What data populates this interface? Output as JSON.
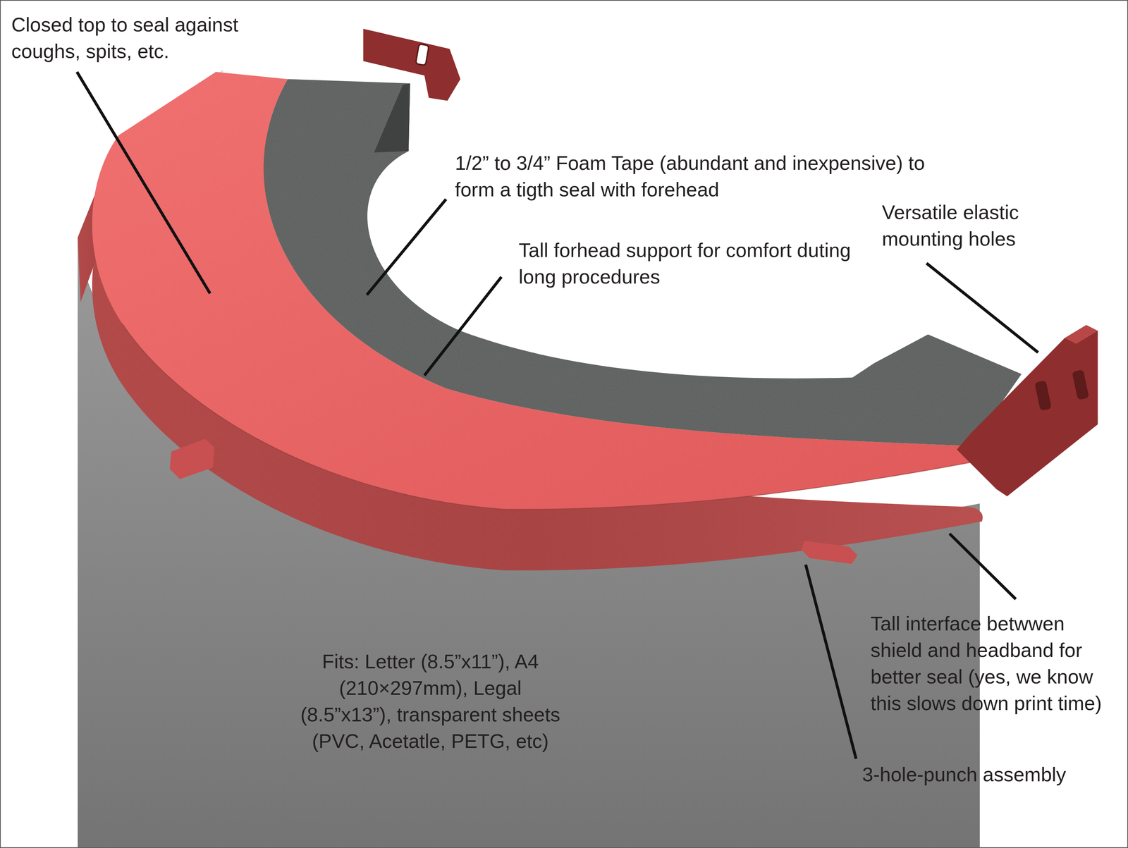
{
  "diagram": {
    "labels": [
      "Closed top to seal against coughs, spits, etc.",
      "1/2” to 3/4” Foam Tape (abundant and inexpensive) to form a tigth seal with forehead",
      "Versatile elastic mounting holes",
      "Tall forhead support for comfort duting long procedures",
      "Tall interface betwwen shield and headband for better seal (yes, we know this slows down print time)",
      "3-hole-punch assembly",
      "Fits: Letter (8.5”x11”), A4 (210×297mm), Legal (8.5”x13”), transparent sheets (PVC, Acetatle, PETG, etc)"
    ]
  }
}
